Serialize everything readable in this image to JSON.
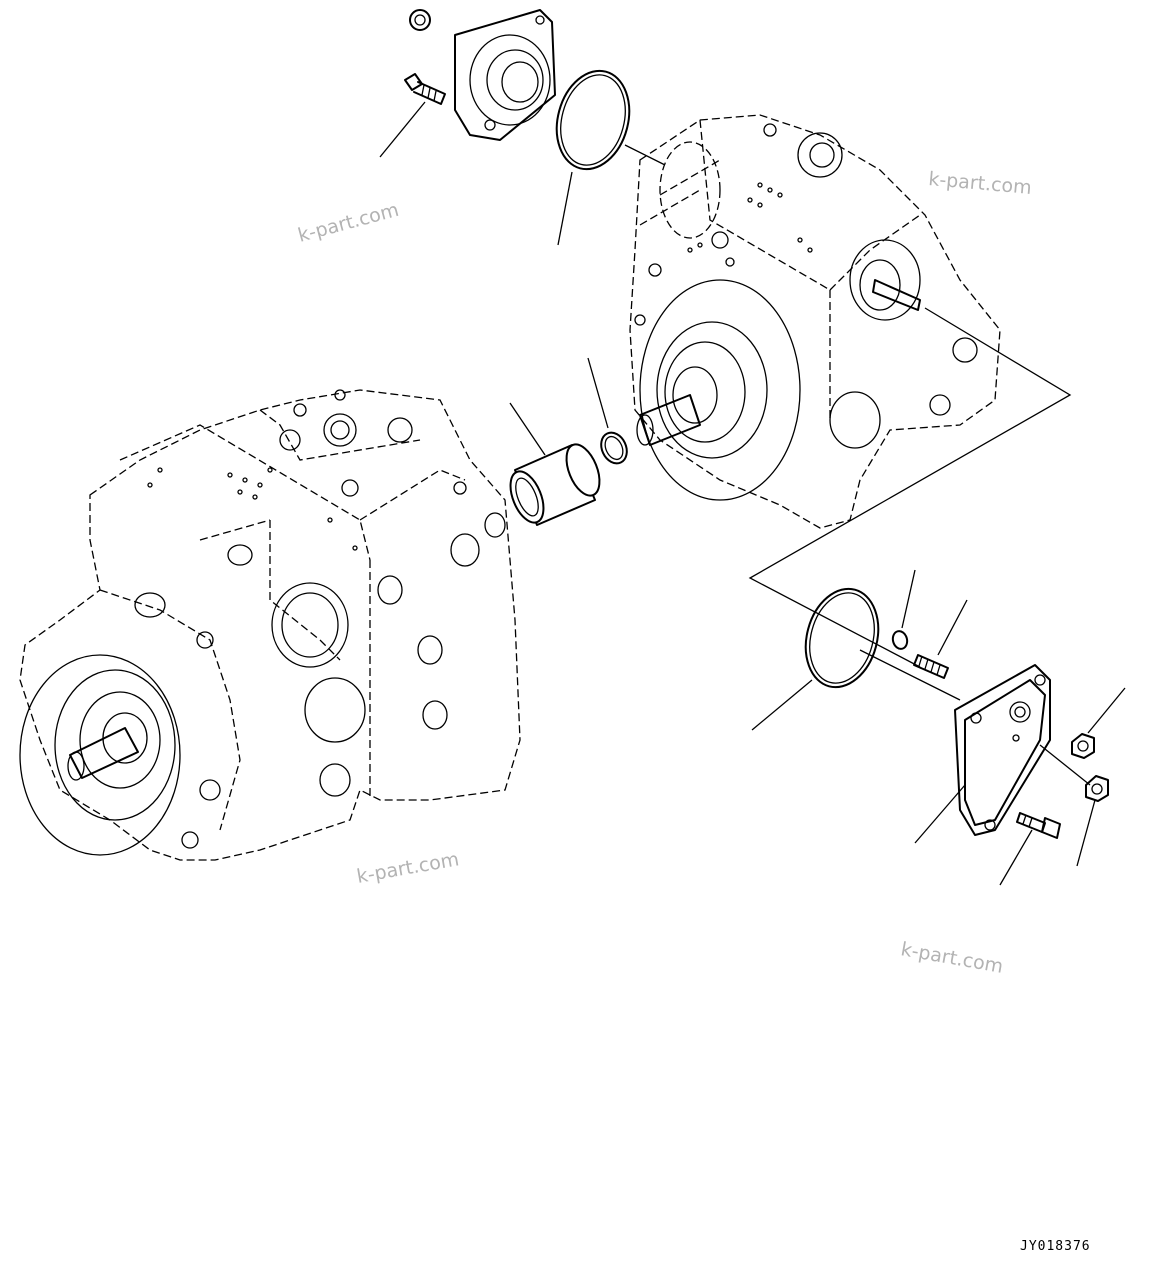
{
  "diagram": {
    "drawing_number": "JY018376",
    "watermarks": [
      "k-part.com",
      "k-part.com",
      "k-part.com",
      "k-part.com"
    ]
  }
}
